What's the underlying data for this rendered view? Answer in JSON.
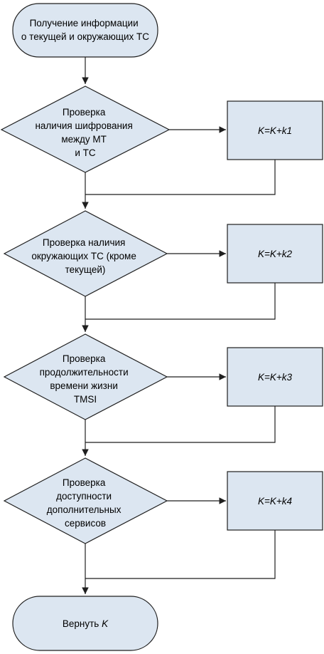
{
  "flowchart": {
    "start": {
      "lines": [
        "Получение информации",
        "о текущей и окружающих ТС"
      ]
    },
    "checks": [
      {
        "lines": [
          "Проверка",
          "наличия шифрования",
          "между МТ",
          "и ТС"
        ],
        "action": "K=K+k1"
      },
      {
        "lines": [
          "Проверка наличия",
          "окружающих ТС (кроме",
          "текущей)"
        ],
        "action": "K=K+k2"
      },
      {
        "lines": [
          "Проверка",
          "продолжительности",
          "времени жизни",
          "TMSI"
        ],
        "action": "K=K+k3"
      },
      {
        "lines": [
          "Проверка",
          "доступности",
          "дополнительных",
          "сервисов"
        ],
        "action": "K=K+k4"
      }
    ],
    "end": {
      "prefix": "Вернуть ",
      "var": "K"
    }
  }
}
